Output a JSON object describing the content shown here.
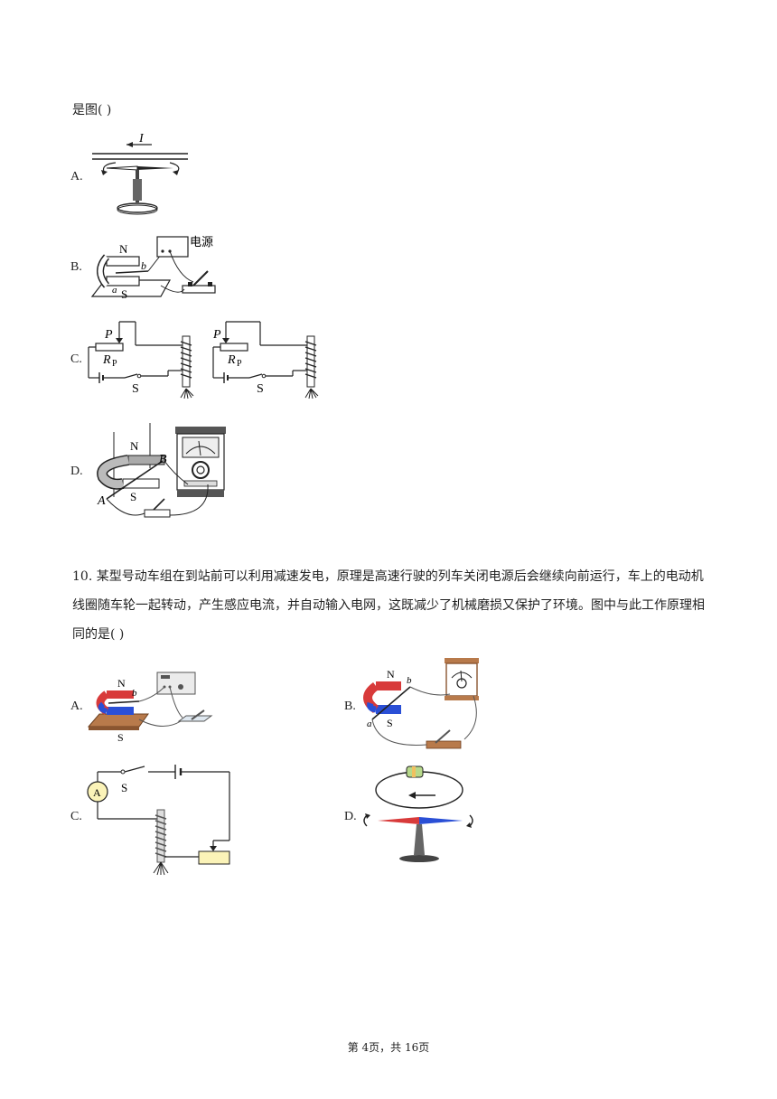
{
  "q9": {
    "stem_tail": "是图(    )",
    "options": {
      "A": "A.",
      "B": "B.",
      "C": "C.",
      "D": "D."
    },
    "figA": {
      "current_label": "I"
    },
    "figB": {
      "pole_n": "N",
      "pole_s": "S",
      "wire_b": "b",
      "wire_a": "a",
      "power": "电源"
    },
    "figC": {
      "slider": "P",
      "rheostat": "R",
      "rheostat_sub": "P",
      "switch": "S"
    },
    "figD": {
      "pole_n": "N",
      "pole_s": "S",
      "end_a": "A",
      "end_b": "B"
    }
  },
  "q10": {
    "stem": "10. 某型号动车组在到站前可以利用减速发电，原理是高速行驶的列车关闭电源后会继续向前运行，车上的电动机线圈随车轮一起转动，产生感应电流，并自动输入电网，这既减少了机械磨损又保护了环境。图中与此工作原理相同的是(    )",
    "options": {
      "A": "A.",
      "B": "B.",
      "C": "C.",
      "D": "D."
    },
    "figA": {
      "pole_n": "N",
      "pole_s": "S",
      "wire_b": "b"
    },
    "figB": {
      "pole_n": "N",
      "pole_s": "S",
      "wire_a": "a",
      "wire_b": "b"
    },
    "figC": {
      "ammeter": "A",
      "switch": "S"
    }
  },
  "footer": {
    "text": "第 4页，共 16页"
  },
  "colors": {
    "text": "#222222",
    "magnet_red": "#d83a3a",
    "magnet_blue": "#2a4fd6",
    "wood": "#b87a4b",
    "box_yellow": "#fbf3b8"
  }
}
